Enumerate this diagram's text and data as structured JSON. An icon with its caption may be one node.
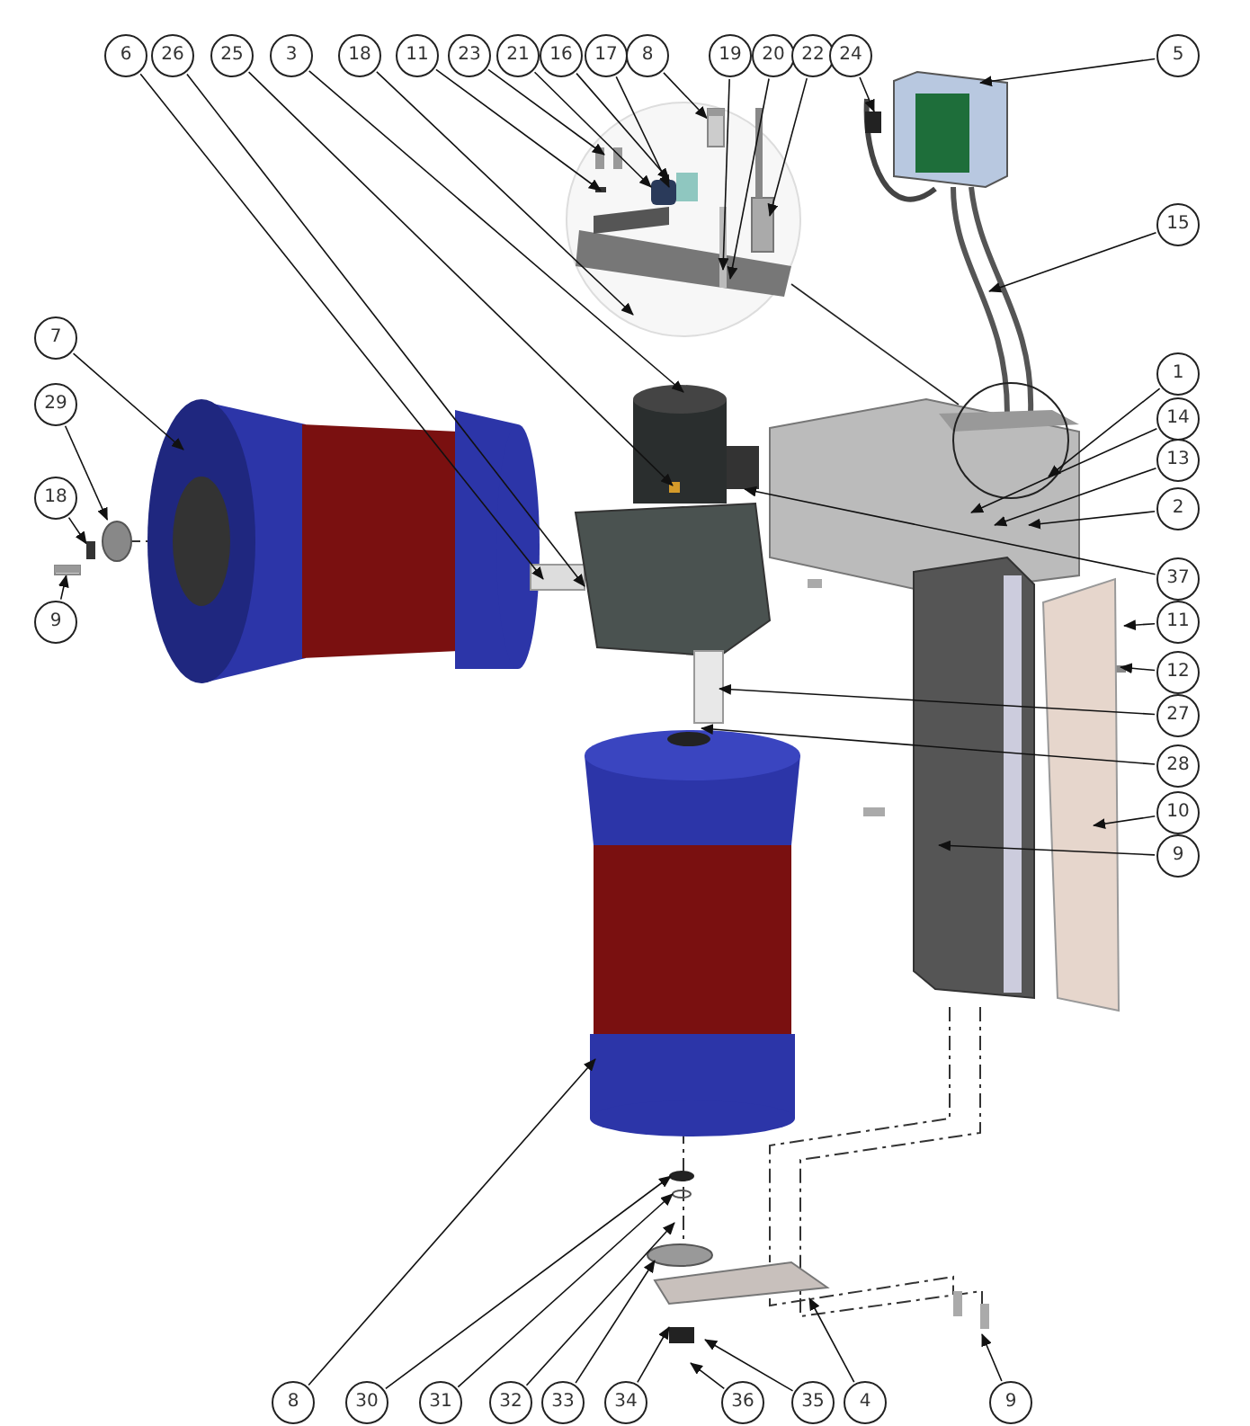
{
  "diagram": {
    "nodes": [
      {
        "text": [
          "6"
        ]
      },
      {
        "text": [
          "26"
        ]
      },
      {
        "text": [
          "25"
        ]
      },
      {
        "text": [
          "3"
        ]
      },
      {
        "text": [
          "18"
        ]
      },
      {
        "text": [
          "11"
        ]
      },
      {
        "text": [
          "23"
        ]
      },
      {
        "text": [
          "21"
        ]
      },
      {
        "text": [
          "16"
        ]
      },
      {
        "text": [
          "17"
        ]
      },
      {
        "text": [
          "8"
        ]
      },
      {
        "text": [
          "19"
        ]
      },
      {
        "text": [
          "20"
        ]
      },
      {
        "text": [
          "22"
        ]
      },
      {
        "text": [
          "24"
        ]
      },
      {
        "text": [
          "5"
        ]
      },
      {
        "text": [
          "7"
        ]
      },
      {
        "text": [
          "15"
        ]
      },
      {
        "text": [
          "29"
        ]
      },
      {
        "text": [
          "18"
        ]
      },
      {
        "text": [
          "1"
        ]
      },
      {
        "text": [
          "14"
        ]
      },
      {
        "text": [
          "13"
        ]
      },
      {
        "text": [
          "2"
        ]
      },
      {
        "text": [
          "37"
        ]
      },
      {
        "text": [
          "9"
        ]
      },
      {
        "text": [
          "11"
        ]
      },
      {
        "text": [
          "12"
        ]
      },
      {
        "text": [
          "27"
        ]
      },
      {
        "text": [
          "28"
        ]
      },
      {
        "text": [
          "10"
        ]
      },
      {
        "text": [
          "9"
        ]
      },
      {
        "text": [
          "8"
        ]
      },
      {
        "text": [
          "30"
        ]
      },
      {
        "text": [
          "31"
        ]
      },
      {
        "text": [
          "32"
        ]
      },
      {
        "text": [
          "33"
        ]
      },
      {
        "text": [
          "34"
        ]
      },
      {
        "text": [
          "36"
        ]
      },
      {
        "text": [
          "35"
        ]
      },
      {
        "text": [
          "4"
        ]
      },
      {
        "text": [
          "9"
        ]
      },
      {
        "text": [],
        "shape": "circle"
      },
      {
        "text": [],
        "shape": "picture"
      },
      {
        "text": [],
        "shape": "box"
      },
      {
        "text": [],
        "shape": "picture"
      }
    ],
    "edges": [
      {
        "from": 0,
        "to": null,
        "arrow": "to"
      },
      {
        "from": 1,
        "to": null,
        "arrow": "to"
      },
      {
        "from": 2,
        "to": null,
        "arrow": "to"
      },
      {
        "from": 3,
        "to": null,
        "arrow": "to"
      },
      {
        "from": 4,
        "to": null,
        "arrow": "to"
      },
      {
        "from": 5,
        "to": null,
        "arrow": "to"
      },
      {
        "from": 6,
        "to": null,
        "arrow": "to"
      },
      {
        "from": 7,
        "to": null,
        "arrow": "to"
      },
      {
        "from": 8,
        "to": null,
        "arrow": "to"
      },
      {
        "from": 9,
        "to": null,
        "arrow": "to"
      },
      {
        "from": 10,
        "to": 43,
        "arrow": "to"
      },
      {
        "from": 11,
        "to": null,
        "arrow": "to"
      },
      {
        "from": 12,
        "to": null,
        "arrow": "to"
      },
      {
        "from": 13,
        "to": null,
        "arrow": "to"
      },
      {
        "from": 14,
        "to": null,
        "arrow": "to"
      },
      {
        "from": 15,
        "to": null,
        "arrow": "to"
      },
      {
        "from": 16,
        "to": null,
        "arrow": "to"
      },
      {
        "from": 17,
        "to": null,
        "arrow": "to"
      },
      {
        "from": 18,
        "to": 42,
        "arrow": "to"
      },
      {
        "from": 19,
        "to": 44,
        "arrow": "to"
      },
      {
        "from": 20,
        "to": null,
        "arrow": "to"
      },
      {
        "from": 21,
        "to": null,
        "arrow": "to"
      },
      {
        "from": 22,
        "to": null,
        "arrow": "to"
      },
      {
        "from": 23,
        "to": null,
        "arrow": "to"
      },
      {
        "from": 24,
        "to": null,
        "arrow": "to"
      },
      {
        "from": 25,
        "to": 45,
        "arrow": "to"
      },
      {
        "from": 26,
        "to": null,
        "arrow": "to"
      },
      {
        "from": 27,
        "to": null,
        "arrow": "to"
      },
      {
        "from": 28,
        "to": null,
        "arrow": "to"
      },
      {
        "from": 29,
        "to": null,
        "arrow": "to"
      },
      {
        "from": 30,
        "to": null,
        "arrow": "to"
      },
      {
        "from": 31,
        "to": null,
        "arrow": "to"
      },
      {
        "from": 32,
        "to": null,
        "arrow": "to"
      },
      {
        "from": 33,
        "to": null,
        "arrow": "to"
      },
      {
        "from": 34,
        "to": null,
        "arrow": "to"
      },
      {
        "from": 35,
        "to": null,
        "arrow": "to"
      },
      {
        "from": 36,
        "to": null,
        "arrow": "to"
      },
      {
        "from": 37,
        "to": null,
        "arrow": "to"
      },
      {
        "from": 38,
        "to": null,
        "arrow": "to"
      },
      {
        "from": 39,
        "to": null,
        "arrow": "to"
      },
      {
        "from": 40,
        "to": null,
        "arrow": "to"
      },
      {
        "from": 41,
        "to": null,
        "arrow": "to"
      }
    ]
  }
}
